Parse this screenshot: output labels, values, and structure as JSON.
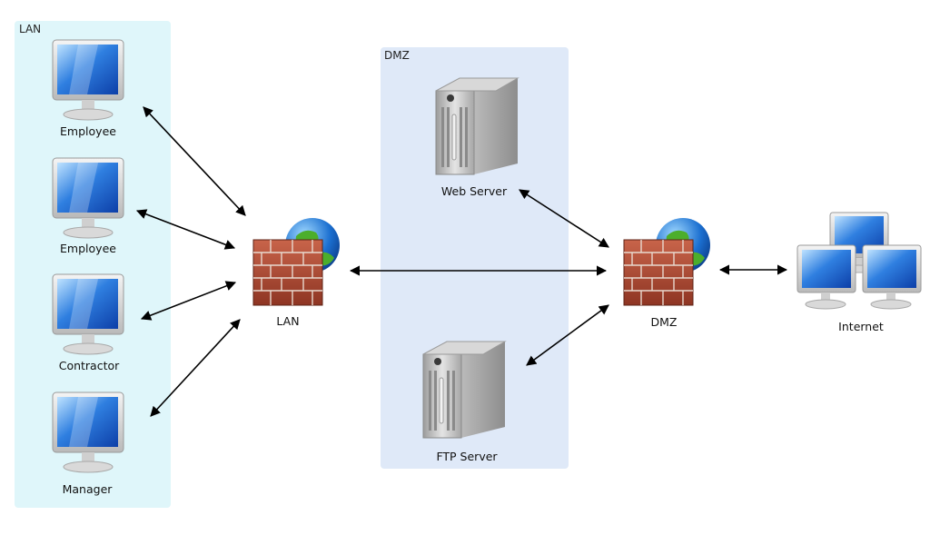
{
  "zones": {
    "lan": {
      "title": "LAN",
      "color": "#dff6fa"
    },
    "dmz": {
      "title": "DMZ",
      "color": "#dfe9f8"
    }
  },
  "nodes": {
    "employee1": {
      "label": "Employee",
      "icon": "monitor-icon"
    },
    "employee2": {
      "label": "Employee",
      "icon": "monitor-icon"
    },
    "contractor": {
      "label": "Contractor",
      "icon": "monitor-icon"
    },
    "manager": {
      "label": "Manager",
      "icon": "monitor-icon"
    },
    "lan_firewall": {
      "label": "LAN",
      "icon": "firewall-globe-icon"
    },
    "web_server": {
      "label": "Web Server",
      "icon": "server-icon"
    },
    "ftp_server": {
      "label": "FTP Server",
      "icon": "server-icon"
    },
    "dmz_firewall": {
      "label": "DMZ",
      "icon": "firewall-globe-icon"
    },
    "internet": {
      "label": "Internet",
      "icon": "network-computers-icon"
    }
  },
  "connections": [
    {
      "from": "employee1",
      "to": "lan_firewall",
      "direction": "both"
    },
    {
      "from": "employee2",
      "to": "lan_firewall",
      "direction": "both"
    },
    {
      "from": "contractor",
      "to": "lan_firewall",
      "direction": "both"
    },
    {
      "from": "manager",
      "to": "lan_firewall",
      "direction": "both"
    },
    {
      "from": "lan_firewall",
      "to": "dmz_firewall",
      "direction": "both"
    },
    {
      "from": "web_server",
      "to": "dmz_firewall",
      "direction": "both"
    },
    {
      "from": "ftp_server",
      "to": "dmz_firewall",
      "direction": "both"
    },
    {
      "from": "dmz_firewall",
      "to": "internet",
      "direction": "both"
    }
  ]
}
